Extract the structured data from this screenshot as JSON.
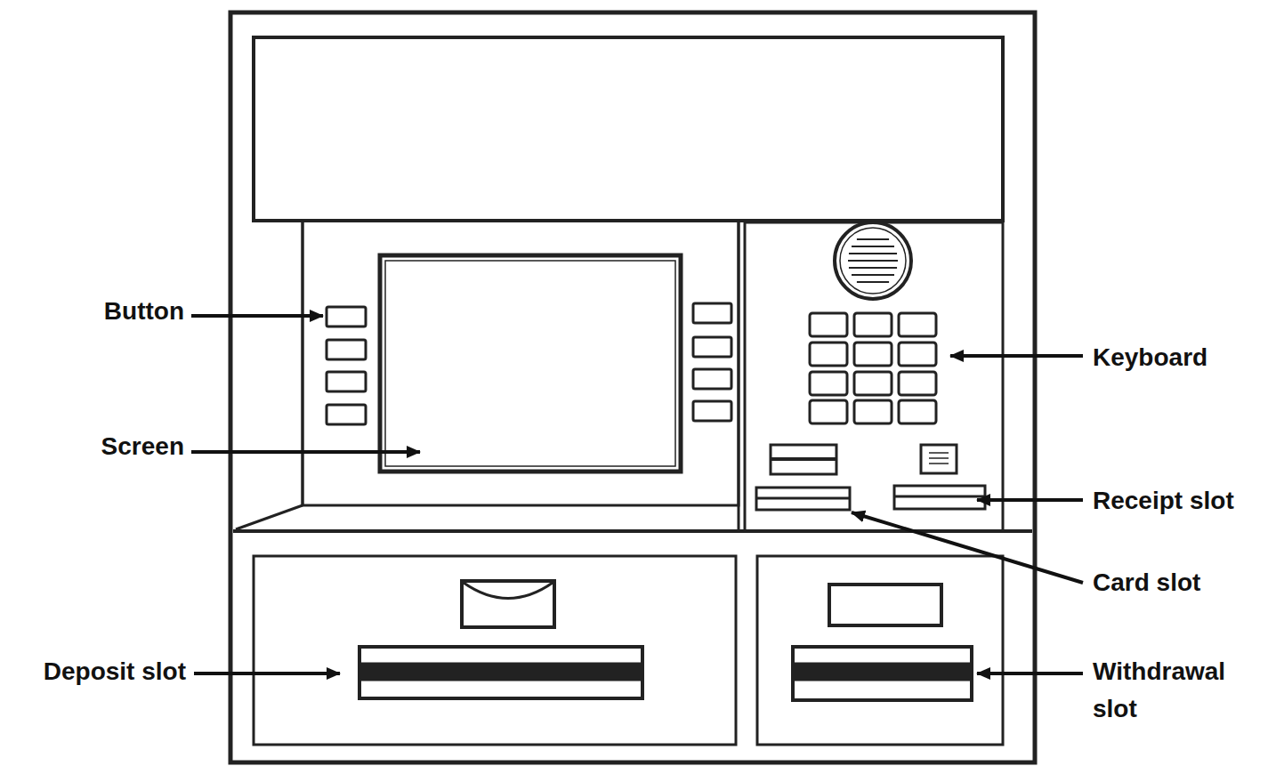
{
  "diagram": {
    "labels": [
      "Button",
      "Screen",
      "Deposit slot",
      "Keyboard",
      "Receipt slot",
      "Card slot",
      "Withdrawal slot"
    ]
  }
}
